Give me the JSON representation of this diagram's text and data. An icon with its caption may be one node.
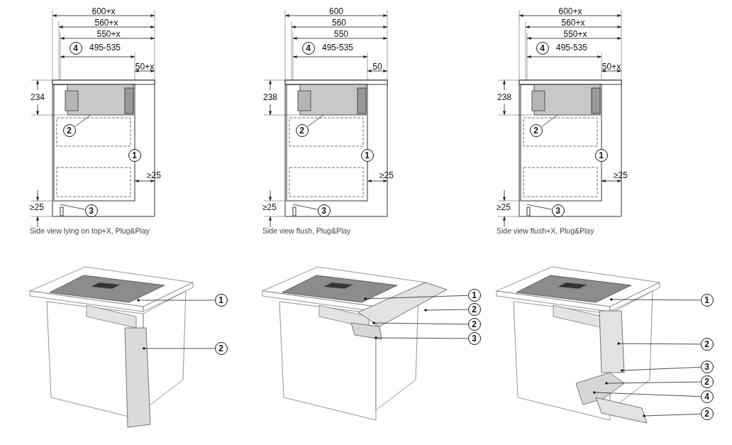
{
  "diagram": {
    "nodes": [
      {
        "text": [
          "4"
        ]
      },
      {
        "text": [
          "2"
        ]
      },
      {
        "text": [
          "1"
        ]
      },
      {
        "text": [
          "3"
        ]
      },
      {
        "text": [
          "4"
        ]
      },
      {
        "text": [
          "2"
        ]
      },
      {
        "text": [
          "1"
        ]
      },
      {
        "text": [
          "3"
        ]
      },
      {
        "text": [
          "4"
        ]
      },
      {
        "text": [
          "2"
        ]
      },
      {
        "text": [
          "1"
        ]
      },
      {
        "text": [
          "3"
        ]
      },
      {
        "text": [
          "1"
        ]
      },
      {
        "text": [
          "2"
        ]
      },
      {
        "text": [
          "1"
        ]
      },
      {
        "text": [
          "2"
        ]
      },
      {
        "text": [
          "2"
        ]
      },
      {
        "text": [
          "3"
        ]
      },
      {
        "text": [
          "1"
        ]
      },
      {
        "text": [
          "2"
        ]
      },
      {
        "text": [
          "3"
        ]
      },
      {
        "text": [
          "2"
        ]
      },
      {
        "text": [
          "4"
        ]
      },
      {
        "text": [
          "2"
        ]
      }
    ],
    "edges": [
      {
        "from": 1,
        "to": null,
        "arrow": "none"
      },
      {
        "from": 3,
        "to": null,
        "arrow": "none"
      },
      {
        "from": 5,
        "to": null,
        "arrow": "none"
      },
      {
        "from": 7,
        "to": null,
        "arrow": "none"
      },
      {
        "from": 9,
        "to": null,
        "arrow": "none"
      },
      {
        "from": 11,
        "to": null,
        "arrow": "none"
      },
      {
        "from": 12,
        "to": null,
        "arrow": "other"
      },
      {
        "from": 13,
        "to": null,
        "arrow": "other"
      },
      {
        "from": 14,
        "to": null,
        "arrow": "other"
      },
      {
        "from": 15,
        "to": null,
        "arrow": "other"
      },
      {
        "from": 16,
        "to": null,
        "arrow": "other"
      },
      {
        "from": 17,
        "to": null,
        "arrow": "other"
      },
      {
        "from": 18,
        "to": null,
        "arrow": "other"
      },
      {
        "from": 19,
        "to": null,
        "arrow": "other"
      },
      {
        "from": 20,
        "to": null,
        "arrow": "other"
      },
      {
        "from": 21,
        "to": null,
        "arrow": "other"
      },
      {
        "from": 22,
        "to": null,
        "arrow": "other"
      },
      {
        "from": 23,
        "to": null,
        "arrow": "other"
      }
    ],
    "labels": [
      "600+x",
      "560+x",
      "550+x",
      "495-535",
      "50+x",
      "234",
      "≥25",
      "≥25",
      "Side view lying on top+X, Plug&Play",
      "600",
      "560",
      "550",
      "495-535",
      "50",
      "238",
      "≥25",
      "≥25",
      "Side view flush, Plug&Play",
      "600+x",
      "560+x",
      "550+x",
      "495-535",
      "50+x",
      "238",
      "≥25",
      "≥25",
      "Side view flush+X, Plug&Play"
    ]
  }
}
